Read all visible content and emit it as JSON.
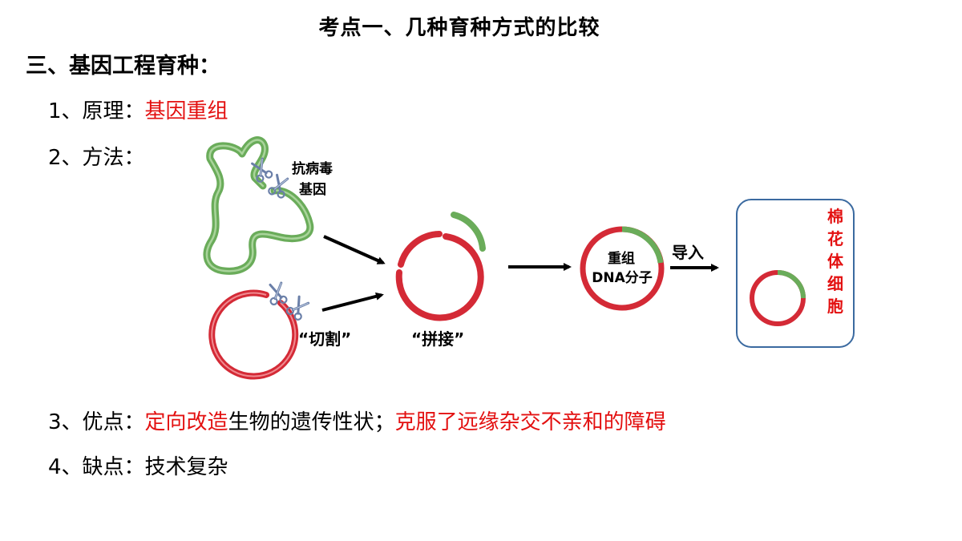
{
  "title": "考点一、几种育种方式的比较",
  "section": "三、基因工程育种：",
  "principle": {
    "label": "1、原理：",
    "value": "基因重组"
  },
  "method": {
    "label": "2、方法："
  },
  "advantage": {
    "label": "3、优点：",
    "part1": "定向改造",
    "part2": "生物的遗传性状；",
    "part3": "克服了远缘杂交不亲和的障碍"
  },
  "disadvantage": {
    "label": "4、缺点：",
    "value": "技术复杂"
  },
  "diagram": {
    "gene_label_line1": "抗病毒",
    "gene_label_line2": "基因",
    "cut_label": "“切割”",
    "splice_label": "“拼接”",
    "recombinant_line1": "重组",
    "recombinant_line2": "DNA分子",
    "import_label": "导入",
    "cell_chars": [
      "棉",
      "花",
      "体",
      "细",
      "胞"
    ]
  },
  "colors": {
    "emphasis": "#e31010",
    "dna_red": "#d42a36",
    "gene_green": "#6aac5a",
    "cell_border": "#3b6aa0"
  }
}
